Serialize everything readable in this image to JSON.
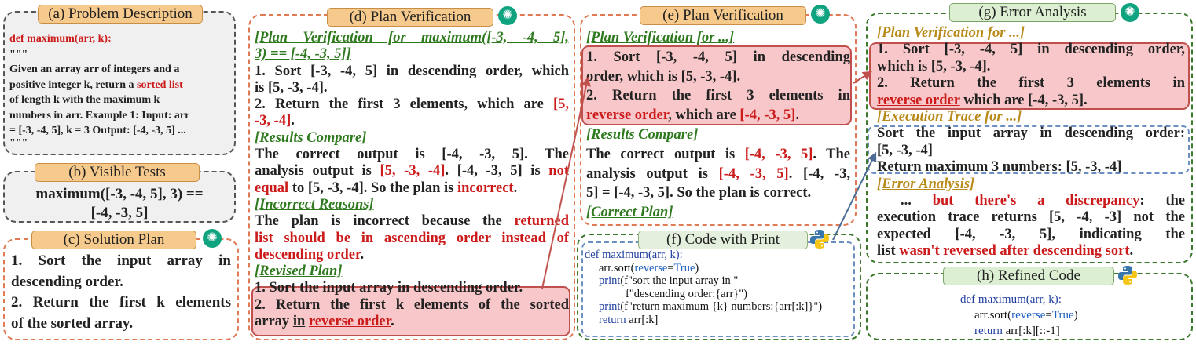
{
  "panels": {
    "a": {
      "title": "(a) Problem Description",
      "signature": "def maximum(arr, k):",
      "docopen": "\"\"\"",
      "desc1": "Given an array arr of integers and a",
      "desc2a": "positive integer k, return a ",
      "desc2b": "sorted list",
      "desc3": "of length k with the maximum k",
      "desc4": "numbers in arr. Example 1: Input: arr",
      "desc5": "= [-3, -4, 5], k = 3 Output: [-4, -3, 5] ...",
      "docclose": "\"\"\""
    },
    "b": {
      "title": "(b) Visible Tests",
      "line1": "maximum([-3, -4, 5], 3) ==",
      "line2": "[-4, -3, 5]"
    },
    "c": {
      "title": "(c) Solution Plan",
      "l1": "1. Sort the input array in",
      "l2": "descending order.",
      "l3": "2. Return the first k elements",
      "l4": "of the sorted array."
    },
    "d": {
      "title": "(d) Plan Verification",
      "sec1a": "[Plan Verification for maximum([-3, -4, 5],",
      "sec1b": "3) == [-4, -3, 5]]",
      "p1a": "1. Sort [-3, -4, 5] in descending order, which",
      "p1b": "is [5, -3, -4].",
      "p2a": "2. Return the first 3 elements, which are ",
      "p2a_red": "[5,",
      "p2b_red": "-3, -4]",
      "p2b": ".",
      "sec2": "[Results Compare]",
      "r1": "The correct output is [-4, -3, 5]. The",
      "r2a": "analysis output is ",
      "r2b": "[5, -3, -4]",
      "r2c": ". [-4, -3, 5] is ",
      "r2d": "not",
      "r3a": "equal",
      "r3b": " to [5, -3, -4]. So the plan is ",
      "r3c": "incorrect",
      "r3d": ".",
      "sec3": "[Incorrect Reasons]",
      "i1a": "The plan is incorrect because the ",
      "i1b": "returned",
      "i2": "list should be in ascending order instead of",
      "i3": "descending order",
      "i3b": ".",
      "sec4": "[Revised Plan]",
      "v1": "1. Sort the input array in descending order.",
      "v2": "2. Return the first k elements of the sorted",
      "v3a": "array ",
      "v3b": "in",
      "v3c": " ",
      "v3d": "reverse order",
      "v3e": "."
    },
    "e": {
      "title": "(e) Plan Verification",
      "sec1": "[Plan Verification for ...]",
      "p1a": "1. Sort [-3, -4, 5] in descending",
      "p1b": "order, which is [5, -3, -4].",
      "p2a": "2. Return the first 3 elements in",
      "p2b": "reverse order",
      "p2c": ", which are ",
      "p2d": "[-4, -3, 5]",
      "p2e": ".",
      "sec2": "[Results Compare]",
      "r1a": "The correct output is ",
      "r1b": "[-4, -3, 5]",
      "r1c": ". The",
      "r2a": "analysis output is ",
      "r2b": "[-4, -3, 5]",
      "r2c": ". [-4, -3,",
      "r3": "5] = [-4, -3, 5]. So the plan is correct.",
      "sec3": "[Correct Plan]"
    },
    "f": {
      "title": "(f) Code with Print",
      "c1": "def maximum(arr, k):",
      "c2a": "arr.sort(",
      "c2b": "reverse",
      "c2c": "=",
      "c2d": "True",
      "c2e": ")",
      "c3a": "print",
      "c3b": "(f\"sort the input array in \"",
      "c4": "f\"descending order:{arr}\")",
      "c5a": "print",
      "c5b": "(f\"return maximum {k} numbers:{arr[:k]}\")",
      "c6a": "return",
      "c6b": " arr[:k]"
    },
    "g": {
      "title": "(g) Error Analysis",
      "sec1": "[Plan Verification for ...]",
      "p1a": "1. Sort [-3, -4, 5] in descending order,",
      "p1b": "which is [5, -3, -4].",
      "p2a": "2. Return the first 3 elements in",
      "p2b": "reverse order",
      "p2c": " which are [-4, -3, 5].",
      "sec2": "[Execution Trace for ...]",
      "t1": "Sort the input array in descending order:",
      "t2": "[5, -3, -4]",
      "t3": "Return maximum 3 numbers: [5, -3, -4]",
      "sec3": "[Error Analysis]",
      "e1a": "... ",
      "e1b": "but there's a discrepancy",
      "e1c": ": the",
      "e2": "execution trace returns [5, -4, -3] not the",
      "e3": "expected [-4, -3, 5], indicating the",
      "e4a": "list ",
      "e4b": "wasn't reversed after",
      "e4c": " ",
      "e4d": "descending sort",
      "e4e": "."
    },
    "h": {
      "title": "(h) Refined Code",
      "c1": "def maximum(arr, k):",
      "c2a": "arr.sort(",
      "c2b": "reverse",
      "c2c": "=",
      "c2d": "True",
      "c2e": ")",
      "c3a": "return",
      "c3b": " arr[:k][::-1]"
    }
  },
  "colors": {
    "red": "#cc1b1b",
    "green_heading": "#2f7a1f",
    "gold_heading": "#b88a18",
    "highlight": "#f7c7c9",
    "orange_border": "#e07a55",
    "green_border": "#3d7a2e",
    "blue_border": "#6b8fc2"
  },
  "icons": {
    "gpt": "openai-logo-icon",
    "python": "python-logo-icon"
  }
}
